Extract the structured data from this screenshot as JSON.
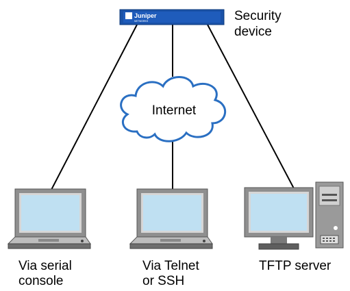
{
  "device": {
    "brand_text": "Juniper",
    "brand_sub": "NETWORKS",
    "label_line1": "Security",
    "label_line2": "device"
  },
  "cloud": {
    "label": "Internet"
  },
  "clients": [
    {
      "line1": "Via serial",
      "line2": "console"
    },
    {
      "line1": "Via Telnet",
      "line2": "or SSH"
    },
    {
      "line1": "TFTP server",
      "line2": ""
    }
  ],
  "colors": {
    "device_blue": "#1a52a8",
    "cloud_stroke": "#2a6fc2",
    "screen_fill": "#bfe0f2",
    "device_gray": "#8f8f8f",
    "device_light": "#d6d6d6"
  },
  "icons": [
    "security-device-icon",
    "internet-cloud-icon",
    "laptop-icon",
    "laptop-icon",
    "desktop-monitor-icon",
    "server-tower-icon"
  ]
}
